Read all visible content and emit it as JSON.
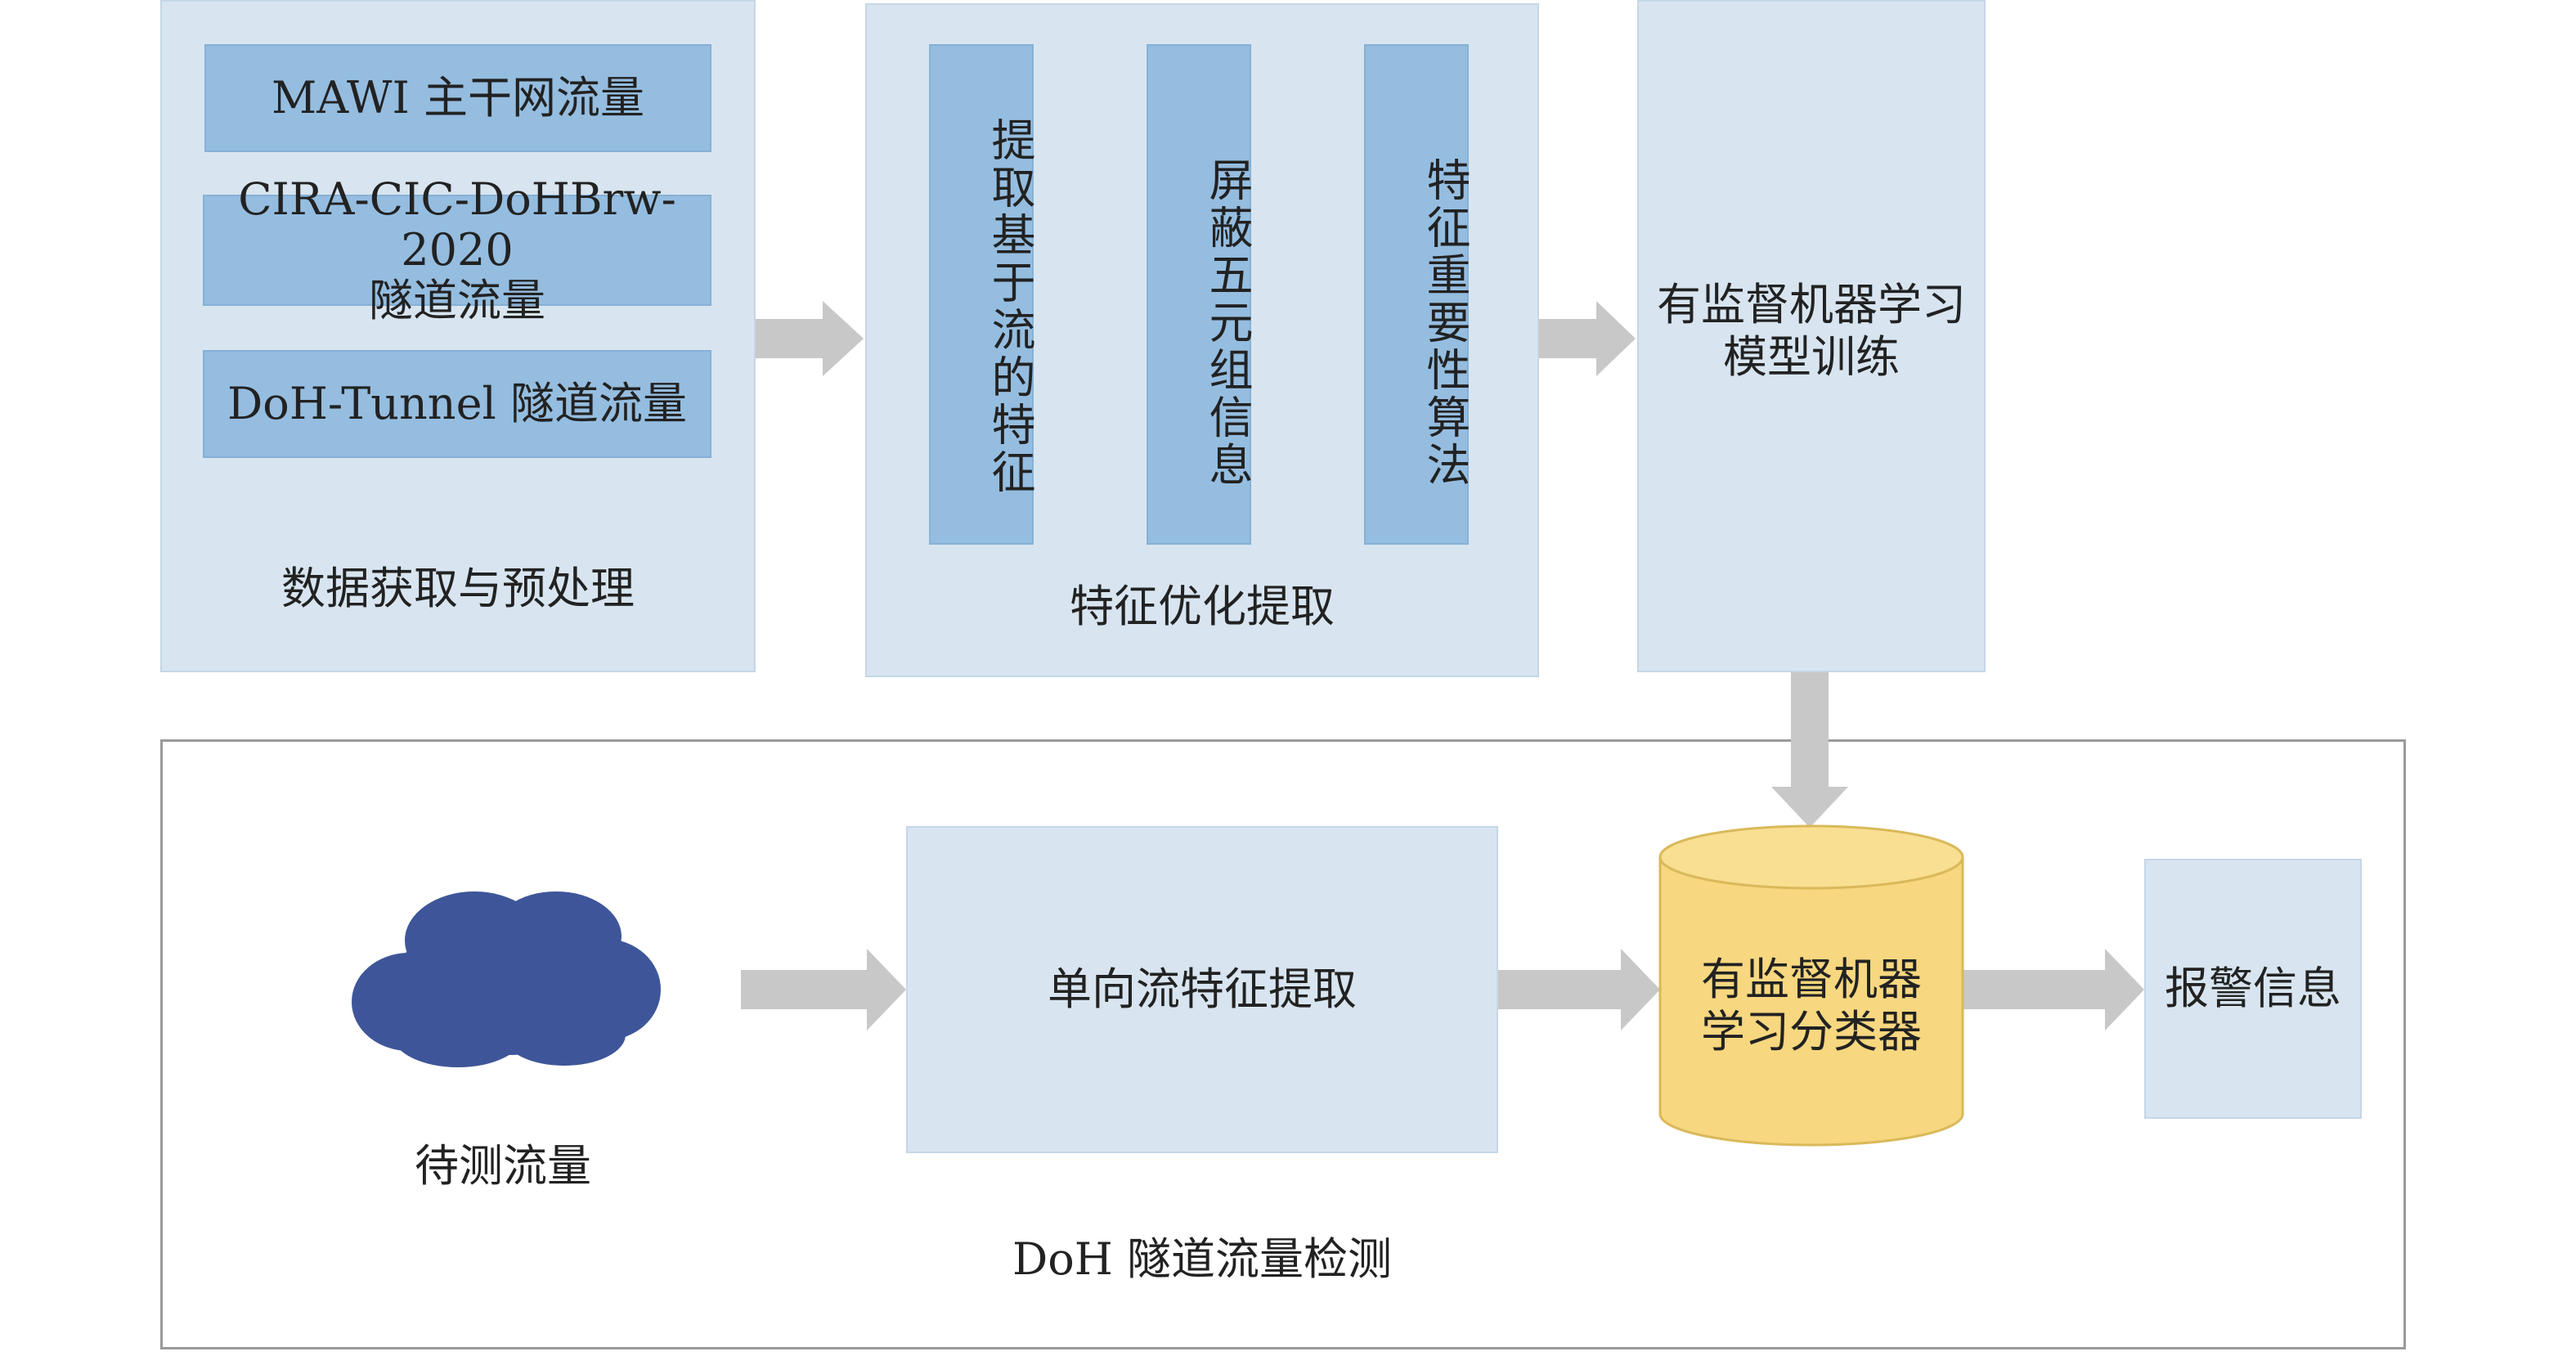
{
  "stage1": {
    "sources": [
      "MAWI 主干网流量",
      "CIRA-CIC-DoHBrw-2020\n隧道流量",
      "DoH-Tunnel 隧道流量"
    ],
    "title": "数据获取与预处理"
  },
  "stage2": {
    "steps": [
      "提取基于流的特征",
      "屏蔽五元组信息",
      "特征重要性算法"
    ],
    "title": "特征优化提取"
  },
  "stage3": {
    "title": "有监督机器学习\n模型训练"
  },
  "detection": {
    "title": "DoH 隧道流量检测",
    "input_label": "待测流量",
    "extract_label": "单向流特征提取",
    "classifier_label": "有监督机器\n学习分类器",
    "alert_label": "报警信息"
  },
  "colors": {
    "panel": "#d8e5f0",
    "inner_box": "#95bde0",
    "cloud": "#3e5699",
    "classifier": "#f7d77f",
    "arrow": "#c8c8c8",
    "border": "#9a9a9a"
  }
}
